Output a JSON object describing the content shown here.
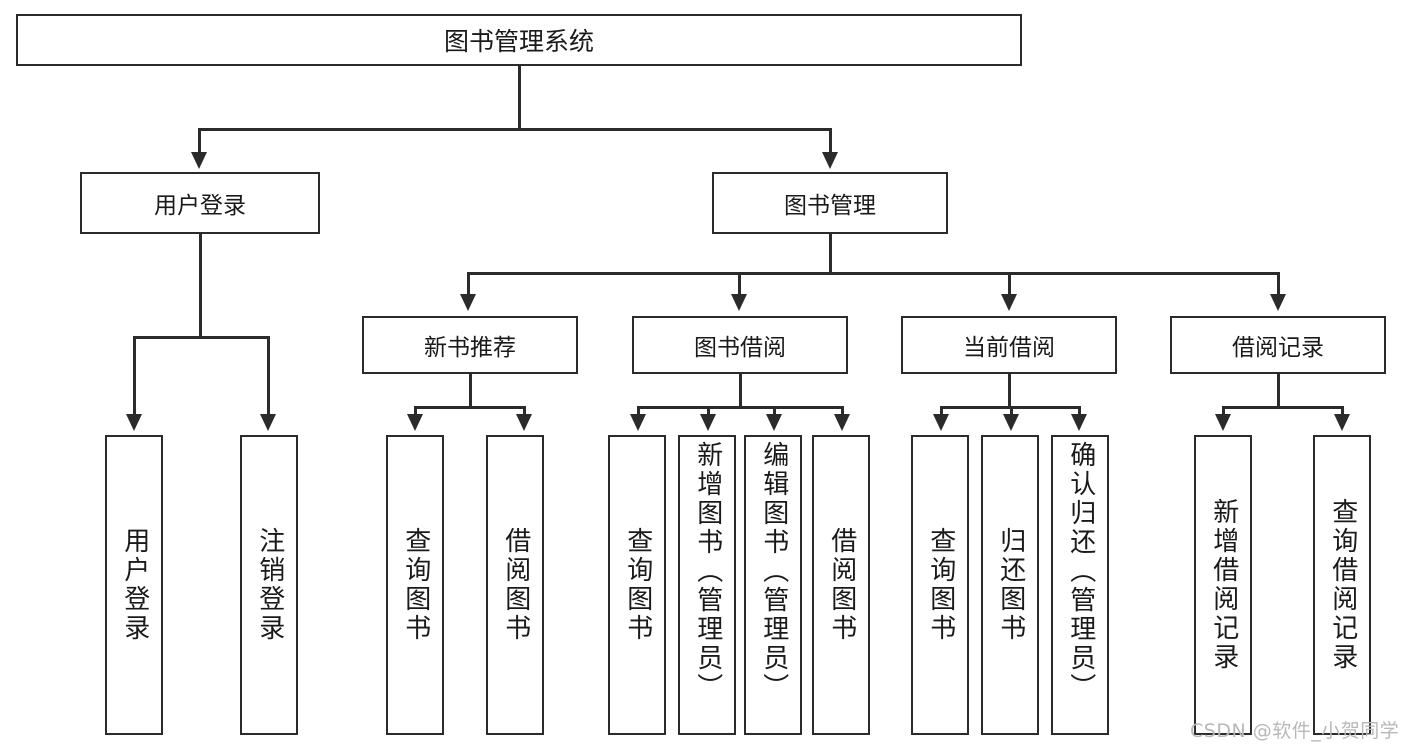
{
  "diagram": {
    "type": "tree",
    "title": "图书管理系统",
    "root": {
      "label": "图书管理系统"
    },
    "level1": [
      {
        "label": "用户登录"
      },
      {
        "label": "图书管理"
      }
    ],
    "level2": [
      {
        "label": "新书推荐"
      },
      {
        "label": "图书借阅"
      },
      {
        "label": "当前借阅"
      },
      {
        "label": "借阅记录"
      }
    ],
    "leaves": {
      "user_login": [
        {
          "label": "用户登录"
        },
        {
          "label": "注销登录"
        }
      ],
      "new_book_recommend": [
        {
          "label": "查询图书"
        },
        {
          "label": "借阅图书"
        }
      ],
      "book_borrow": [
        {
          "label": "查询图书"
        },
        {
          "label": "新增图书（管理员）"
        },
        {
          "label": "编辑图书（管理员）"
        },
        {
          "label": "借阅图书"
        }
      ],
      "current_borrow": [
        {
          "label": "查询图书"
        },
        {
          "label": "归还图书"
        },
        {
          "label": "确认归还（管理员）"
        }
      ],
      "borrow_record": [
        {
          "label": "新增借阅记录"
        },
        {
          "label": "查询借阅记录"
        }
      ]
    }
  },
  "watermark": {
    "text": "CSDN @软件_小贺同学"
  },
  "colors": {
    "stroke": "#2b2b2b",
    "fill": "#ffffff",
    "text": "#1a1a1a",
    "watermark": "#b8b8b8"
  }
}
